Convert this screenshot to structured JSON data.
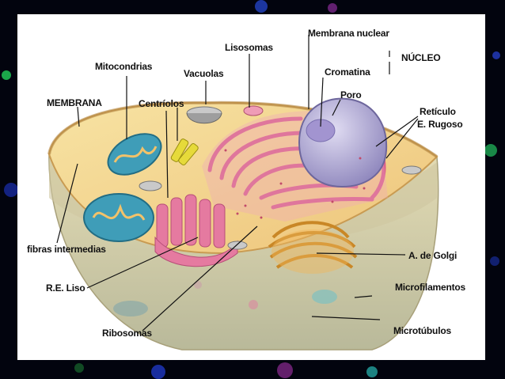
{
  "labels": {
    "lisosomas": "Lisosomas",
    "membrana_nuclear": "Membrana nuclear",
    "mitocondrias": "Mitocondrias",
    "vacuolas": "Vacuolas",
    "nucleo": "NÚCLEO",
    "cromatina": "Cromatina",
    "membrana": "MEMBRANA",
    "centriolos": "Centríolos",
    "poro": "Poro",
    "reticulo_line1": "Retículo",
    "reticulo_line2": "E. Rugoso",
    "fibras": "fibras intermedias",
    "golgi": "A. de Golgi",
    "re_liso": "R.E. Liso",
    "microfilamentos": "Microfilamentos",
    "ribosomas": "Ribosomas",
    "microtubulos": "Microtúbulos"
  },
  "colors": {
    "background": "#02040e",
    "panel": "#ffffff",
    "cytoplasm": "#f3d48a",
    "cell_body": "#d8cfa8",
    "nucleus": "#b9b3d8",
    "er_pink": "#e7749a",
    "mitochondria_teal": "#3f9db8",
    "golgi": "#e0a442",
    "label_text": "#111111"
  }
}
